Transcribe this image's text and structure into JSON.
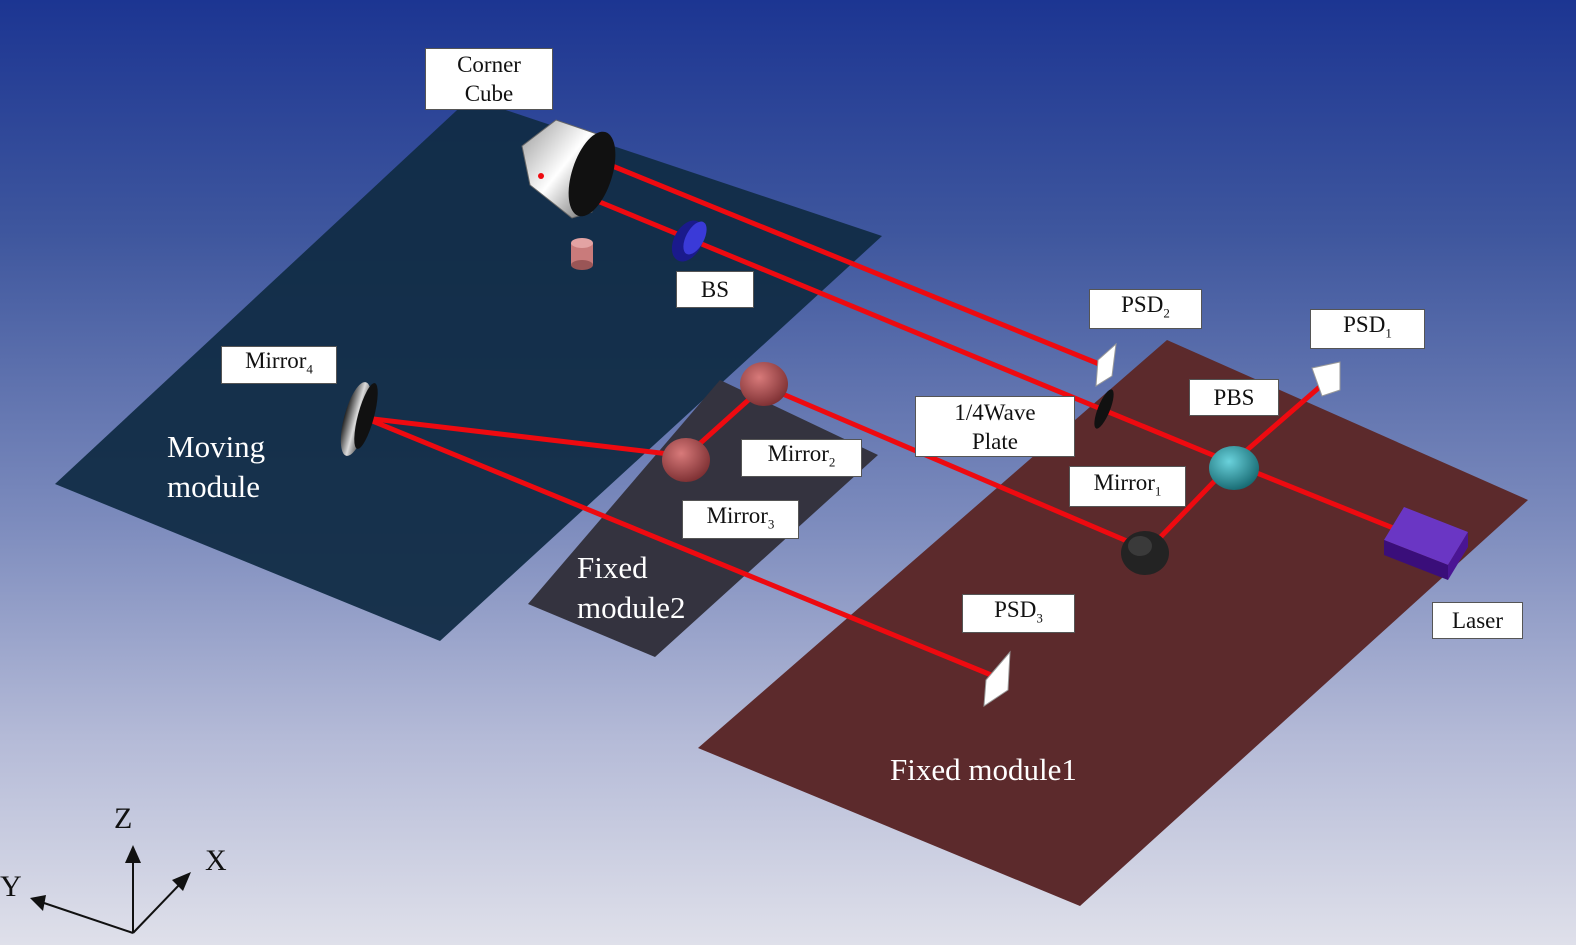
{
  "labels": {
    "corner_cube_line1": "Corner",
    "corner_cube_line2": "Cube",
    "bs": "BS",
    "mirror4": "Mirror",
    "mirror4_sub": "4",
    "psd2": "PSD",
    "psd2_sub": "2",
    "psd1": "PSD",
    "psd1_sub": "1",
    "pbs": "PBS",
    "wave_plate_line1": "1/4Wave",
    "wave_plate_line2": "Plate",
    "mirror2": "Mirror",
    "mirror2_sub": "2",
    "mirror1": "Mirror",
    "mirror1_sub": "1",
    "mirror3": "Mirror",
    "mirror3_sub": "3",
    "psd3": "PSD",
    "psd3_sub": "3",
    "laser": "Laser"
  },
  "modules": {
    "moving_line1": "Moving",
    "moving_line2": "module",
    "fixed2_line1": "Fixed",
    "fixed2_line2": "module2",
    "fixed1": "Fixed module1"
  },
  "axes": {
    "z": "Z",
    "x": "X",
    "y": "Y"
  },
  "colors": {
    "moving_plate": "#112c46",
    "fixed1_plate": "#5c2a2c",
    "fixed2_plate": "#34333f",
    "beam": "#ee0a10",
    "laser": "#4a1594",
    "pbs": "#1f8a94"
  }
}
